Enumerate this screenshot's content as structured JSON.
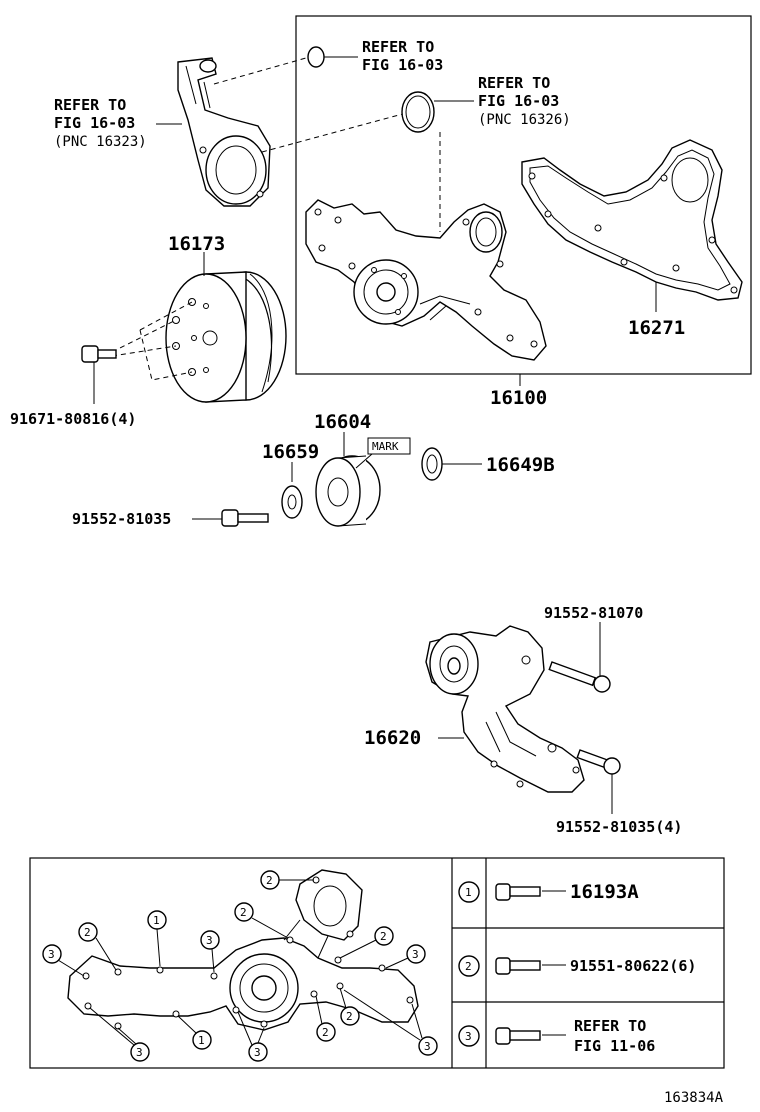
{
  "diagram": {
    "labels": {
      "refer_oring_small": [
        "REFER TO",
        "FIG 16-03"
      ],
      "refer_oring_large": [
        "REFER TO",
        "FIG 16-03",
        "(PNC 16326)"
      ],
      "refer_outlet": [
        "REFER TO",
        "FIG 16-03",
        "(PNC 16323)"
      ],
      "pulley": "16173",
      "gasket": "16271",
      "pump_assy": "16100",
      "pulley_bolt": "91671-80816(4)",
      "idler": "16604",
      "mark": "MARK",
      "spacer_left": "16659",
      "cover_right": "16649B",
      "idler_bolt": "91552-81035",
      "tensioner_bolt_top": "91552-81070",
      "tensioner": "16620",
      "tensioner_bolt_bottom": "91552-81035(4)",
      "figure_id": "163834A"
    },
    "legend": {
      "rows": [
        {
          "num": "1",
          "lines": [
            "16193A"
          ]
        },
        {
          "num": "2",
          "lines": [
            "91551-80622(6)"
          ]
        },
        {
          "num": "3",
          "lines": [
            "REFER TO",
            "FIG 11-06"
          ]
        }
      ]
    },
    "callouts": {
      "one": "1",
      "two": "2",
      "three": "3"
    }
  }
}
